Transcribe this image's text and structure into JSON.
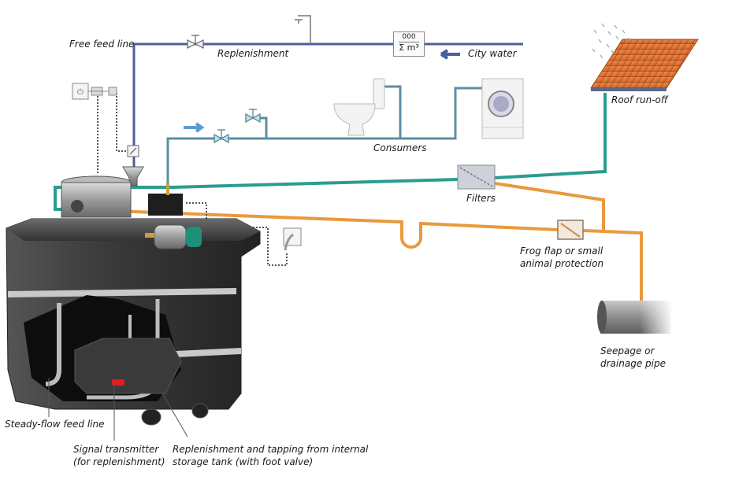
{
  "diagram": {
    "title": "Rainwater harvesting system with internal storage tank",
    "labels": {
      "free_feed_line": "Free feed line",
      "replenishment": "Replenishment",
      "city_water": "City water",
      "roof_runoff": "Roof run-off",
      "consumers": "Consumers",
      "filters": "Filters",
      "frog_flap": "Frog flap or small\nanimal protection",
      "seepage": "Seepage or\ndrainage pipe",
      "steady_flow": "Steady-flow feed line",
      "signal_transmitter": "Signal transmitter\n(for replenishment)",
      "replenishment_tapping": "Replenishment and tapping from internal\nstorage tank (with foot valve)"
    },
    "meter": {
      "digits": "000",
      "unit": "Σ m³"
    },
    "components": [
      {
        "id": "roof",
        "icon": "roof-tiles-icon"
      },
      {
        "id": "rain",
        "icon": "rain-icon"
      },
      {
        "id": "toilet",
        "icon": "toilet-icon"
      },
      {
        "id": "washing-machine",
        "icon": "washing-machine-icon"
      },
      {
        "id": "filter",
        "icon": "filter-box-icon"
      },
      {
        "id": "frog-flap",
        "icon": "flap-valve-icon"
      },
      {
        "id": "drain-pipe",
        "icon": "drain-pipe-icon"
      },
      {
        "id": "tank",
        "icon": "storage-tank-icon"
      },
      {
        "id": "pump",
        "icon": "pump-icon"
      },
      {
        "id": "socket-1",
        "icon": "power-socket-icon"
      },
      {
        "id": "socket-2",
        "icon": "plug-socket-icon"
      },
      {
        "id": "tap",
        "icon": "tap-icon"
      }
    ],
    "colors": {
      "city_water_pipe": "#4a5fa0",
      "consumer_pipe": "#5b8fa3",
      "rainwater_pipe": "#2a9d8f",
      "overflow_pipe": "#e89a3c",
      "roof": "#e07a3a",
      "tank": "#3a3a3a",
      "flow_arrow": "#5b9bd5",
      "city_arrow": "#4a5fa0"
    }
  }
}
